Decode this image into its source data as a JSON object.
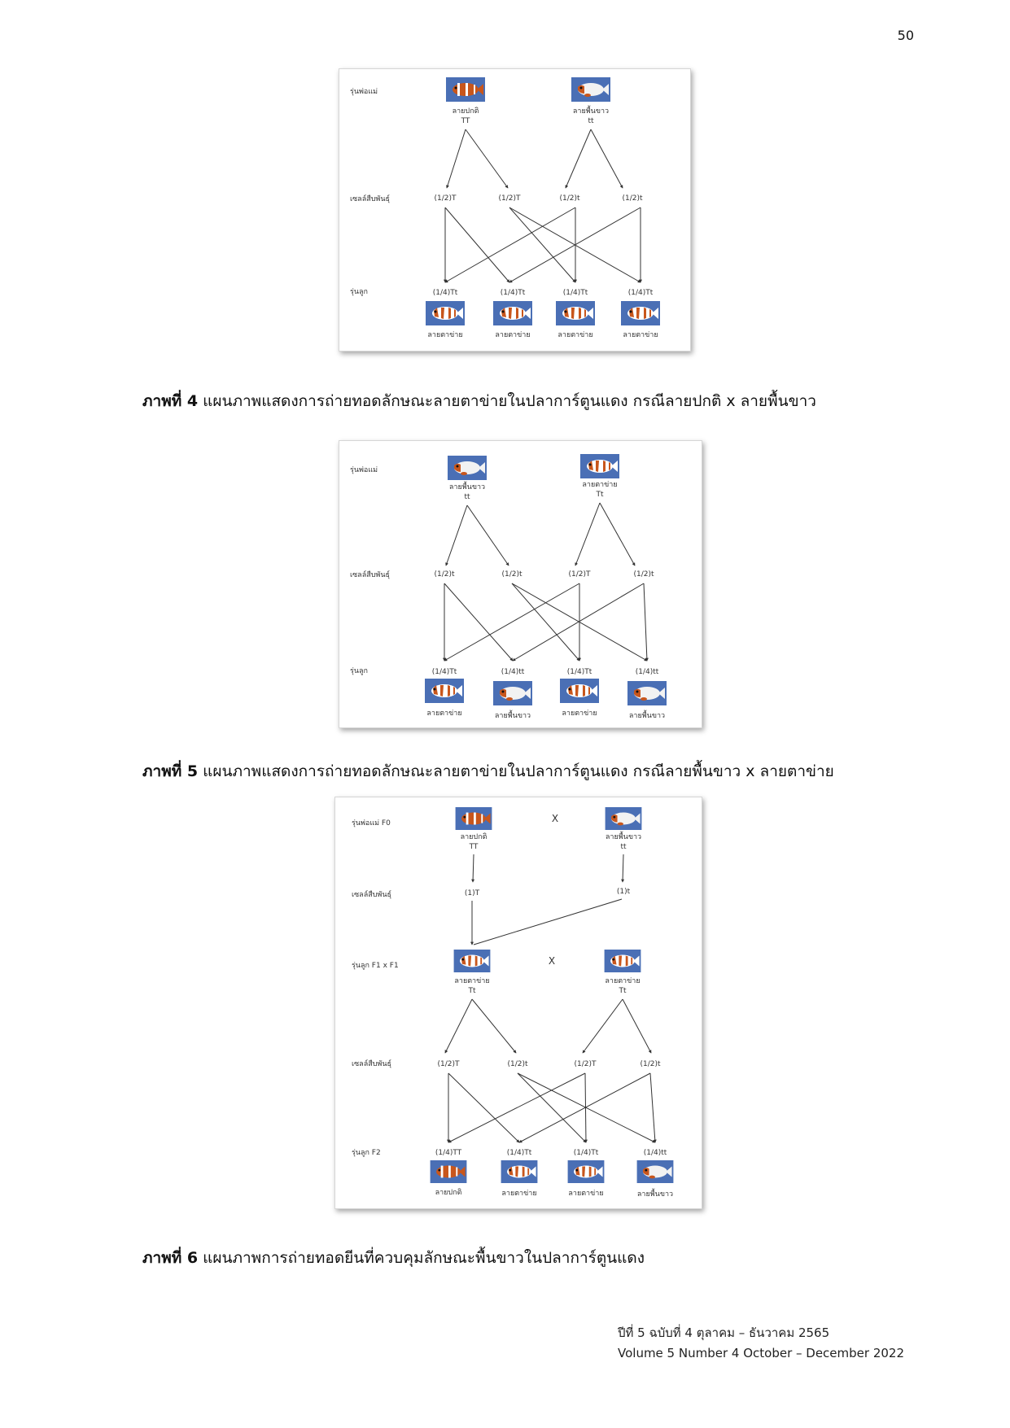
{
  "page_number": "50",
  "fig4": {
    "row_parent": "รุ่นพ่อแม่",
    "row_gamete": "เซลล์สืบพันธุ์",
    "row_child": "รุ่นลูก",
    "parent1_label": "ลายปกติ",
    "parent1_geno": "TT",
    "parent2_label": "ลายพื้นขาว",
    "parent2_geno": "tt",
    "gametes": [
      "(1/2)T",
      "(1/2)T",
      "(1/2)t",
      "(1/2)t"
    ],
    "offspring": [
      "(1/4)Tt",
      "(1/4)Tt",
      "(1/4)Tt",
      "(1/4)Tt"
    ],
    "offspring_labels": [
      "ลายตาข่าย",
      "ลายตาข่าย",
      "ลายตาข่าย",
      "ลายตาข่าย"
    ]
  },
  "caption4": {
    "prefix": "ภาพที่ 4",
    "text": " แผนภาพแสดงการถ่ายทอดลักษณะลายตาข่ายในปลาการ์ตูนแดง กรณีลายปกติ x ลายพื้นขาว"
  },
  "fig5": {
    "row_parent": "รุ่นพ่อแม่",
    "row_gamete": "เซลล์สืบพันธุ์",
    "row_child": "รุ่นลูก",
    "parent1_label": "ลายพื้นขาว",
    "parent1_geno": "tt",
    "parent2_label": "ลายตาข่าย",
    "parent2_geno": "Tt",
    "gametes": [
      "(1/2)t",
      "(1/2)t",
      "(1/2)T",
      "(1/2)t"
    ],
    "offspring": [
      "(1/4)Tt",
      "(1/4)tt",
      "(1/4)Tt",
      "(1/4)tt"
    ],
    "offspring_labels": [
      "ลายตาข่าย",
      "ลายพื้นขาว",
      "ลายตาข่าย",
      "ลายพื้นขาว"
    ]
  },
  "caption5": {
    "prefix": "ภาพที่ 5",
    "text": " แผนภาพแสดงการถ่ายทอดลักษณะลายตาข่ายในปลาการ์ตูนแดง กรณีลายพื้นขาว x ลายตาข่าย"
  },
  "fig6": {
    "row_parent": "รุ่นพ่อแม่ F0",
    "row_gamete1": "เซลล์สืบพันธุ์",
    "row_f1": "รุ่นลูก F1 x F1",
    "row_gamete2": "เซลล์สืบพันธุ์",
    "row_f2": "รุ่นลูก F2",
    "cross_symbol": "X",
    "parent1_label": "ลายปกติ",
    "parent1_geno": "TT",
    "parent2_label": "ลายพื้นขาว",
    "parent2_geno": "tt",
    "gamete1_left": "(1)T",
    "gamete1_right": "(1)t",
    "f1_left_label": "ลายตาข่าย",
    "f1_left_geno": "Tt",
    "f1_right_label": "ลายตาข่าย",
    "f1_right_geno": "Tt",
    "gametes": [
      "(1/2)T",
      "(1/2)t",
      "(1/2)T",
      "(1/2)t"
    ],
    "offspring": [
      "(1/4)TT",
      "(1/4)Tt",
      "(1/4)Tt",
      "(1/4)tt"
    ],
    "offspring_labels": [
      "ลายปกติ",
      "ลายตาข่าย",
      "ลายตาข่าย",
      "ลายพื้นขาว"
    ]
  },
  "caption6": {
    "prefix": "ภาพที่ 6",
    "text": " แผนภาพการถ่ายทอดยีนที่ควบคุมลักษณะพื้นขาวในปลาการ์ตูนแดง"
  },
  "footer": {
    "line1": "ปีที่ 5 ฉบับที่ 4 ตุลาคม – ธันวาคม 2565",
    "line2": "Volume 5 Number 4 October – December 2022"
  }
}
